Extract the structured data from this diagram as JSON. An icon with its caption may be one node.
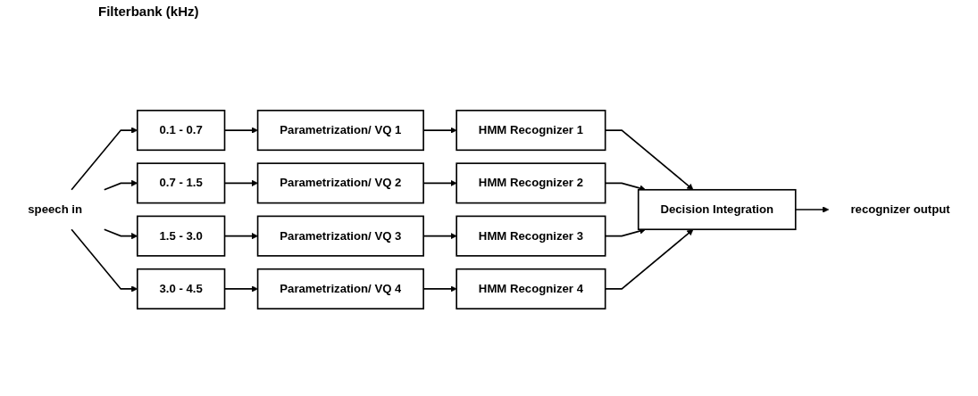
{
  "diagram": {
    "nodes": [
      {
        "text": [
          "speech in"
        ]
      },
      {
        "text": [
          "0.1 - 0.7"
        ]
      },
      {
        "text": [
          "0.7 - 1.5"
        ]
      },
      {
        "text": [
          "1.5 - 3.0"
        ]
      },
      {
        "text": [
          "3.0 - 4.5"
        ]
      },
      {
        "text": [
          "Parametrization/ VQ 1"
        ]
      },
      {
        "text": [
          "Parametrization/ VQ 2"
        ]
      },
      {
        "text": [
          "Parametrization/ VQ 3"
        ]
      },
      {
        "text": [
          "Parametrization/ VQ 4"
        ]
      },
      {
        "text": [
          "HMM Recognizer 1"
        ]
      },
      {
        "text": [
          "HMM Recognizer 2"
        ]
      },
      {
        "text": [
          "HMM Recognizer 3"
        ]
      },
      {
        "text": [
          "HMM Recognizer 4"
        ]
      },
      {
        "text": [
          "Decision Integration"
        ]
      },
      {
        "text": [
          "recognizer output"
        ]
      }
    ],
    "edges": [
      {
        "from": 0,
        "to": 1,
        "arrow": "to"
      },
      {
        "from": 0,
        "to": 2,
        "arrow": "to"
      },
      {
        "from": 0,
        "to": 3,
        "arrow": "to"
      },
      {
        "from": 0,
        "to": 4,
        "arrow": "to"
      },
      {
        "from": 1,
        "to": 5,
        "arrow": "to"
      },
      {
        "from": 2,
        "to": 6,
        "arrow": "to"
      },
      {
        "from": 3,
        "to": 7,
        "arrow": "to"
      },
      {
        "from": 4,
        "to": 8,
        "arrow": "to"
      },
      {
        "from": 5,
        "to": 9,
        "arrow": "to"
      },
      {
        "from": 6,
        "to": 10,
        "arrow": "to"
      },
      {
        "from": 7,
        "to": 11,
        "arrow": "to"
      },
      {
        "from": 8,
        "to": 12,
        "arrow": "to"
      },
      {
        "from": 9,
        "to": 13,
        "arrow": "to"
      },
      {
        "from": 10,
        "to": 13,
        "arrow": "to"
      },
      {
        "from": 11,
        "to": 13,
        "arrow": "to"
      },
      {
        "from": 12,
        "to": 13,
        "arrow": "to"
      },
      {
        "from": 13,
        "to": 14,
        "arrow": "to"
      }
    ],
    "labels": [
      "Filterbank (kHz)"
    ]
  }
}
